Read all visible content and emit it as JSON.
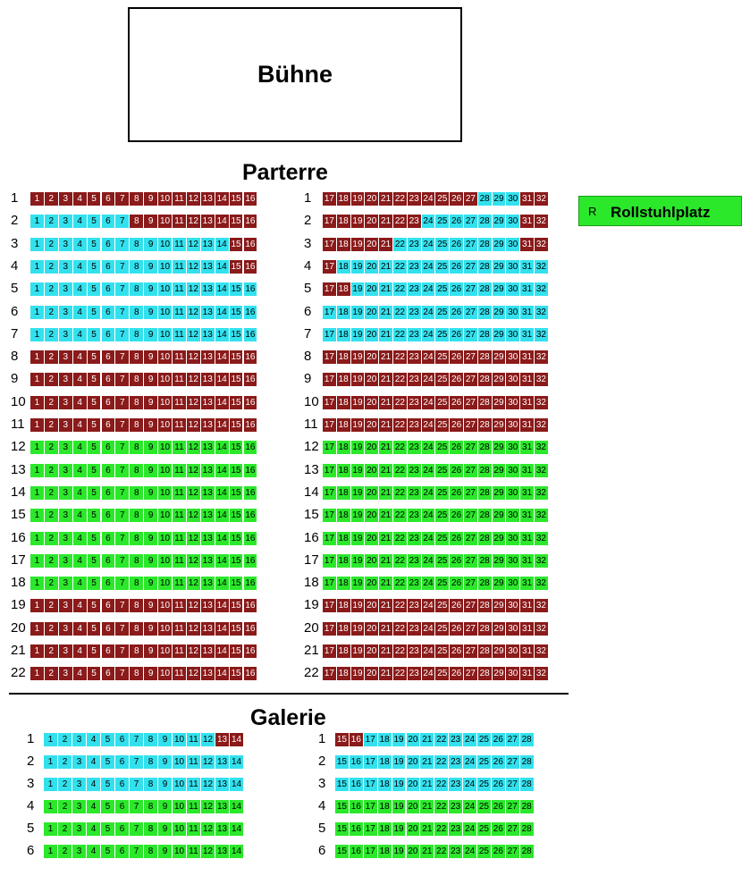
{
  "stage_label": "Bühne",
  "legend": {
    "key": "R",
    "label": "Rollstuhlplatz"
  },
  "colors": {
    "reserved": "#8b1a1a",
    "free_blue": "#33e1ee",
    "free_green": "#2be82b",
    "wheelchair": "#2be82b"
  },
  "parterre": {
    "title": "Parterre",
    "left": {
      "first_seat": 1,
      "last_seat": 16
    },
    "right": {
      "first_seat": 17,
      "last_seat": 32
    },
    "rows": [
      {
        "num": "1",
        "left": "RRRRRRRRRRRRRRRR",
        "right": "RRRRRRRRRRRBBBRR"
      },
      {
        "num": "2",
        "left": "BBBBBBBRRRRRRRRR",
        "right": "RRRRRRRBBBBBBBRR"
      },
      {
        "num": "3",
        "left": "BBBBBBBBBBBBBBRR",
        "right": "RRRRRBBBBBBBBBRR"
      },
      {
        "num": "4",
        "left": "BBBBBBBBBBBBBBRR",
        "right": "RBBBBBBBBBBBBBBB"
      },
      {
        "num": "5",
        "left": "BBBBBBBBBBBBBBBB",
        "right": "RRBBBBBBBBBBBBBB"
      },
      {
        "num": "6",
        "left": "BBBBBBBBBBBBBBBB",
        "right": "BBBBBBBBBBBBBBBB"
      },
      {
        "num": "7",
        "left": "BBBBBBBBBBBBBBBB",
        "right": "BBBBBBBBBBBBBBBB"
      },
      {
        "num": "8",
        "left": "RRRRRRRRRRRRRRRR",
        "right": "RRRRRRRRRRRRRRRR"
      },
      {
        "num": "9",
        "left": "RRRRRRRRRRRRRRRR",
        "right": "RRRRRRRRRRRRRRRR"
      },
      {
        "num": "10",
        "left": "RRRRRRRRRRRRRRRR",
        "right": "RRRRRRRRRRRRRRRR"
      },
      {
        "num": "11",
        "left": "RRRRRRRRRRRRRRRR",
        "right": "RRRRRRRRRRRRRRRR"
      },
      {
        "num": "12",
        "left": "GGGGGGGGGGGGGGGG",
        "right": "GGGGGGGGGGGGGGGG"
      },
      {
        "num": "13",
        "left": "GGGGGGGGGGGGGGGG",
        "right": "GGGGGGGGGGGGGGGG"
      },
      {
        "num": "14",
        "left": "GGGGGGGGGGGGGGGG",
        "right": "GGGGGGGGGGGGGGGG"
      },
      {
        "num": "15",
        "left": "GGGGGGGGGGGGGGGG",
        "right": "GGGGGGGGGGGGGGGG"
      },
      {
        "num": "16",
        "left": "GGGGGGGGGGGGGGGG",
        "right": "GGGGGGGGGGGGGGGG"
      },
      {
        "num": "17",
        "left": "GGGGGGGGGGGGGGGG",
        "right": "GGGGGGGGGGGGGGGG"
      },
      {
        "num": "18",
        "left": "GGGGGGGGGGGGGGGG",
        "right": "GGGGGGGGGGGGGGGG"
      },
      {
        "num": "19",
        "left": "RRRRRRRRRRRRRRRR",
        "right": "RRRRRRRRRRRRRRRR"
      },
      {
        "num": "20",
        "left": "RRRRRRRRRRRRRRRR",
        "right": "RRRRRRRRRRRRRRRR"
      },
      {
        "num": "21",
        "left": "RRRRRRRRRRRRRRRR",
        "right": "RRRRRRRRRRRRRRRR"
      },
      {
        "num": "22",
        "left": "RRRRRRRRRRRRRRRR",
        "right": "RRRRRRRRRRRRRRRR"
      }
    ]
  },
  "galerie": {
    "title": "Galerie",
    "left": {
      "first_seat": 1,
      "last_seat": 14
    },
    "right": {
      "first_seat": 15,
      "last_seat": 28
    },
    "rows": [
      {
        "num": "1",
        "left": "BBBBBBBBBBBBRR",
        "right": "RRBBBBBBBBBBBB"
      },
      {
        "num": "2",
        "left": "BBBBBBBBBBBBBB",
        "right": "BBBBBBBBBBBBBB"
      },
      {
        "num": "3",
        "left": "BBBBBBBBBBBBBB",
        "right": "BBBBBBBBBBBBBB"
      },
      {
        "num": "4",
        "left": "GGGGGGGGGGGGGG",
        "right": "GGGGGGGGGGGGGG"
      },
      {
        "num": "5",
        "left": "GGGGGGGGGGGGGG",
        "right": "GGGGGGGGGGGGGG"
      },
      {
        "num": "6",
        "left": "GGGGGGGGGGGGGG",
        "right": "GGGGGGGGGGGGGG"
      }
    ]
  }
}
